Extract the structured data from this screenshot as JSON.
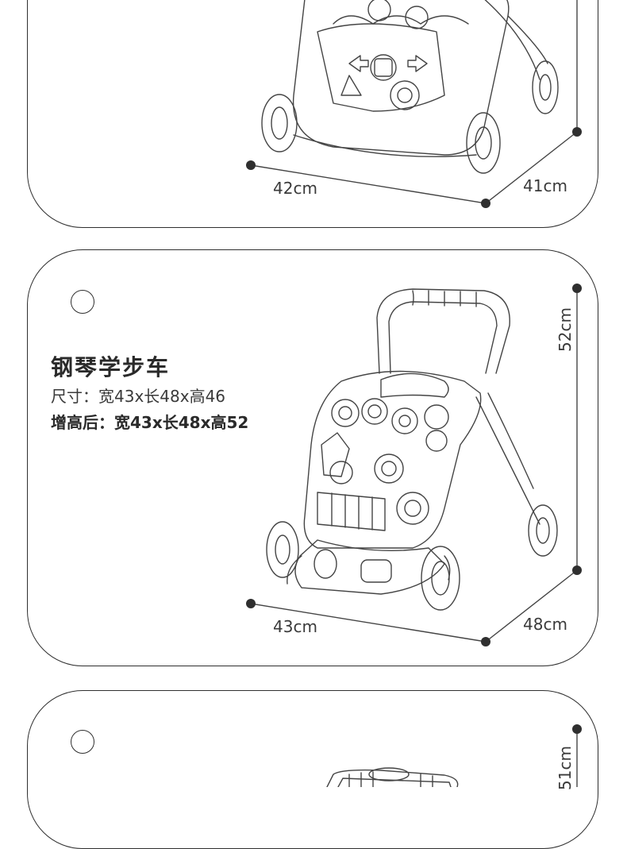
{
  "sections": [
    {
      "dimensions": {
        "width": "42cm",
        "depth": "41cm"
      }
    },
    {
      "product": {
        "title": "钢琴学步车",
        "size_line": "尺寸：宽43x长48x高46",
        "raised_line": "增高后：宽43x长48x高52"
      },
      "dimensions": {
        "width": "43cm",
        "depth": "48cm",
        "height": "52cm"
      }
    },
    {
      "dimensions": {
        "height": "51cm"
      }
    }
  ],
  "colors": {
    "line": "#2f2f2f",
    "text": "#333333"
  }
}
